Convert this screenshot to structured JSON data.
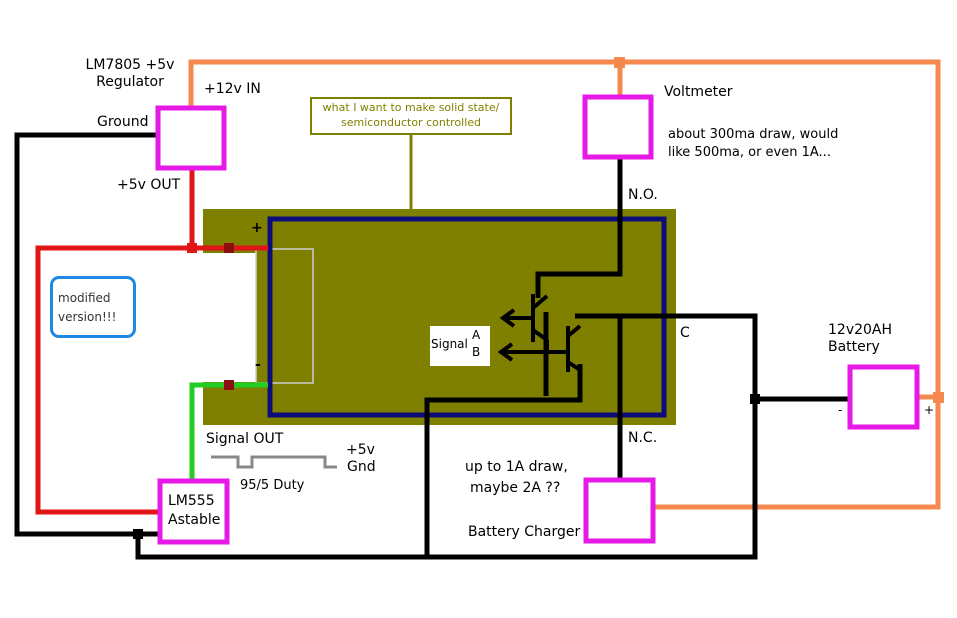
{
  "labels": {
    "regulator_line1": "LM7805 +5v",
    "regulator_line2": "Regulator",
    "ground": "Ground",
    "in_12v": "+12v IN",
    "out_5v": "+5v OUT",
    "note": "what I want to make solid state/ semiconductor controlled",
    "voltmeter": "Voltmeter",
    "voltmeter_note_line1": "about 300ma draw, would",
    "voltmeter_note_line2": "like 500ma, or even 1A...",
    "no_contact": "N.O.",
    "nc_contact": "N.C.",
    "c_contact": "C",
    "plus": "+",
    "minus": "-",
    "modified_line1": "modified",
    "modified_line2": "version!!!",
    "signal": "Signal",
    "signal_a": "A",
    "signal_b": "B",
    "battery_line1": "12v20AH",
    "battery_line2": "Battery",
    "battery_minus": "-",
    "battery_plus": "+",
    "signal_out": "Signal OUT",
    "plus5v": "+5v",
    "gnd": "Gnd",
    "duty": "95/5 Duty",
    "lm555_line1": "LM555",
    "lm555_line2": "Astable",
    "charger_note_line1": "up to 1A draw,",
    "charger_note_line2": "maybe 2A ??",
    "battery_charger": "Battery Charger"
  },
  "colors": {
    "component_box": "#e619e6",
    "wire_orange": "#f5884f",
    "wire_red": "#e01515",
    "wire_green": "#22cc22",
    "wire_black": "#000000",
    "board_olive": "#808000",
    "frame_navy": "#0c0c7a",
    "modified_border": "#1e88e5",
    "pin_marker": "#8b0f0f"
  }
}
